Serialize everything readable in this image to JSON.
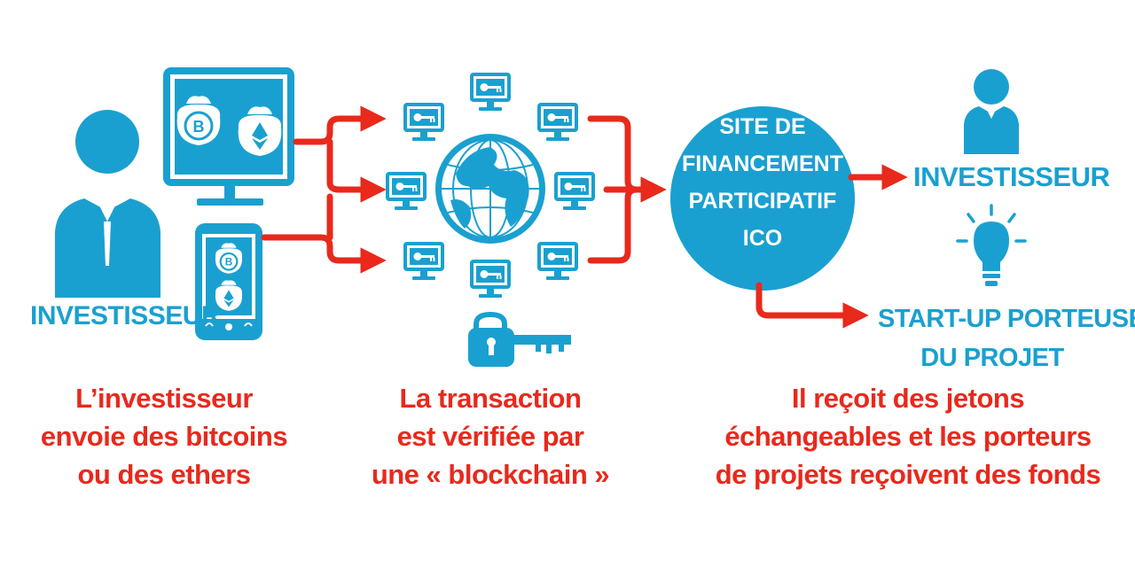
{
  "colors": {
    "blue": "#1aa0d0",
    "red": "#e8291c",
    "white": "#ffffff"
  },
  "left": {
    "label": "INVESTISSEUR",
    "icons": [
      "person-icon",
      "desktop-monitor-icon",
      "bitcoin-purse-icon",
      "ether-purse-icon",
      "smartphone-icon"
    ]
  },
  "middle": {
    "icons": [
      "globe-icon",
      "computer-key-node-icon",
      "padlock-key-icon"
    ]
  },
  "platform": {
    "lines": [
      "SITE DE",
      "FINANCEMENT",
      "PARTICIPATIF",
      "ICO"
    ]
  },
  "right": {
    "investor_label": "INVESTISSEUR",
    "startup_label_line1": "START-UP PORTEUSE",
    "startup_label_line2": "DU PROJET",
    "icons": [
      "person-icon",
      "lightbulb-icon"
    ]
  },
  "captions": {
    "step1": [
      "L’investisseur",
      "envoie des bitcoins",
      "ou des ethers"
    ],
    "step2": [
      "La transaction",
      "est vérifiée par",
      "une « blockchain »"
    ],
    "step3": [
      "Il reçoit des jetons",
      "échangeables et les porteurs",
      "de projets reçoivent des fonds"
    ]
  }
}
